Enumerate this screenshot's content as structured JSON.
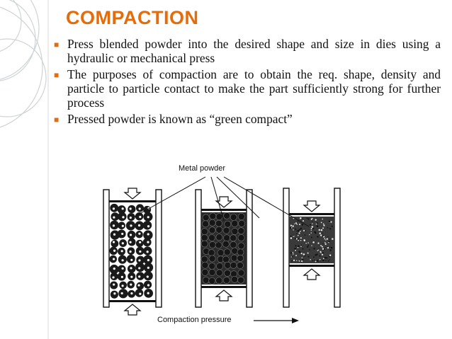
{
  "slide": {
    "title": "COMPACTION",
    "accent_color": "#E46C0A",
    "bullets": [
      "Press blended powder into the desired shape and size in dies using a hydraulic or mechanical press",
      "The purposes of compaction are to obtain the req. shape, density and particle to particle contact to make the part sufficiently strong for further process",
      "Pressed powder is known as “green compact”"
    ],
    "bullet_icon": "square-bullet-icon"
  },
  "figure": {
    "label_top": "Metal powder",
    "label_bottom": "Compaction pressure"
  }
}
